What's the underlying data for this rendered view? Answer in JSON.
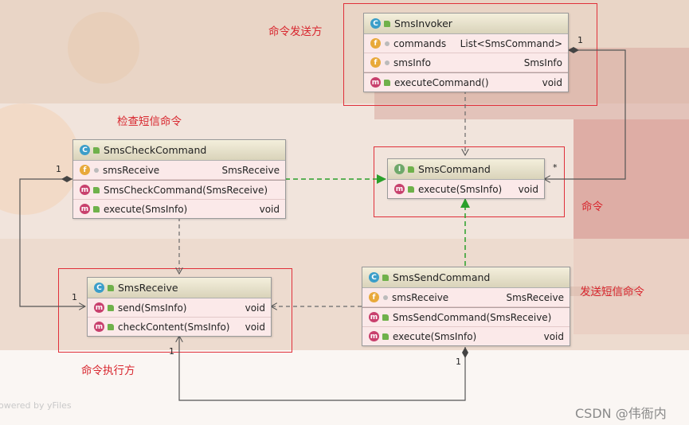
{
  "classes": {
    "invoker": {
      "name": "SmsInvoker",
      "rows": [
        {
          "kind": "f",
          "vis": "private",
          "name": "commands",
          "type": "List<SmsCommand>"
        },
        {
          "kind": "f",
          "vis": "private",
          "name": "smsInfo",
          "type": "SmsInfo"
        },
        {
          "kind": "m",
          "vis": "public",
          "name": "executeCommand()",
          "type": "void"
        }
      ]
    },
    "check": {
      "name": "SmsCheckCommand",
      "rows": [
        {
          "kind": "f",
          "vis": "private",
          "name": "smsReceive",
          "type": "SmsReceive"
        },
        {
          "kind": "m",
          "vis": "public",
          "name": "SmsCheckCommand(SmsReceive)",
          "type": ""
        },
        {
          "kind": "m",
          "vis": "public",
          "name": "execute(SmsInfo)",
          "type": "void"
        }
      ]
    },
    "command": {
      "name": "SmsCommand",
      "rows": [
        {
          "kind": "m",
          "vis": "public",
          "name": "execute(SmsInfo)",
          "type": "void"
        }
      ]
    },
    "receive": {
      "name": "SmsReceive",
      "rows": [
        {
          "kind": "m",
          "vis": "public",
          "name": "send(SmsInfo)",
          "type": "void"
        },
        {
          "kind": "m",
          "vis": "public",
          "name": "checkContent(SmsInfo)",
          "type": "void"
        }
      ]
    },
    "send": {
      "name": "SmsSendCommand",
      "rows": [
        {
          "kind": "f",
          "vis": "private",
          "name": "smsReceive",
          "type": "SmsReceive"
        },
        {
          "kind": "m",
          "vis": "public",
          "name": "SmsSendCommand(SmsReceive)",
          "type": ""
        },
        {
          "kind": "m",
          "vis": "public",
          "name": "execute(SmsInfo)",
          "type": "void"
        }
      ]
    }
  },
  "badges": {
    "class": "C",
    "interface": "I",
    "field": "f",
    "method": "m"
  },
  "labels": {
    "invoker": "命令发送方",
    "check": "检查短信命令",
    "command": "命令",
    "send": "发送短信命令",
    "receive": "命令执行方"
  },
  "multiplicities": {
    "invoker_commands": "1",
    "command_many": "*",
    "check_left": "1",
    "receive_left": "1",
    "receive_bottom": "1",
    "send_bottom": "1"
  },
  "watermarks": {
    "yfiles": "owered by yFiles",
    "csdn": "CSDN @伟衙内"
  },
  "colors": {
    "frame": "#e0303a",
    "realization": "#2aa02a",
    "dependency": "#6a6a6a",
    "label": "#d8262e"
  }
}
